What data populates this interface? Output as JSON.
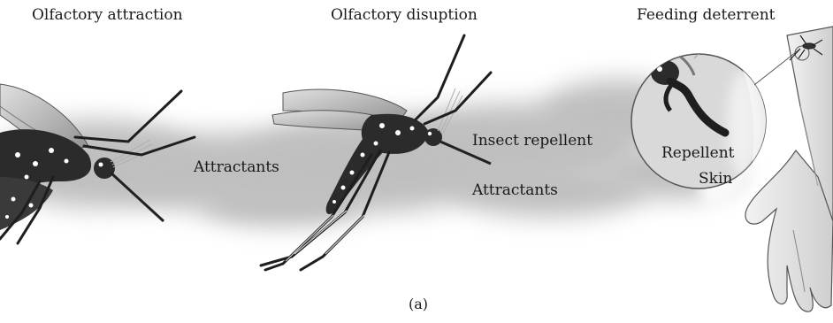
{
  "panels": [
    {
      "title": "Olfactory attraction"
    },
    {
      "title": "Olfactory disuption"
    },
    {
      "title": "Feeding deterrent"
    }
  ],
  "labels": {
    "attractants_1": "Attractants",
    "insect_repellent": "Insect repellent",
    "attractants_2": "Attractants",
    "repellent": "Repellent",
    "skin": "Skin"
  },
  "caption": "(a)",
  "colors": {
    "smoke": "#8c8c8c",
    "mosquito_body": "#2b2b2b",
    "wing": "#b5b5b5",
    "arm": "#e6e6e6",
    "text": "#1a1a1a"
  }
}
